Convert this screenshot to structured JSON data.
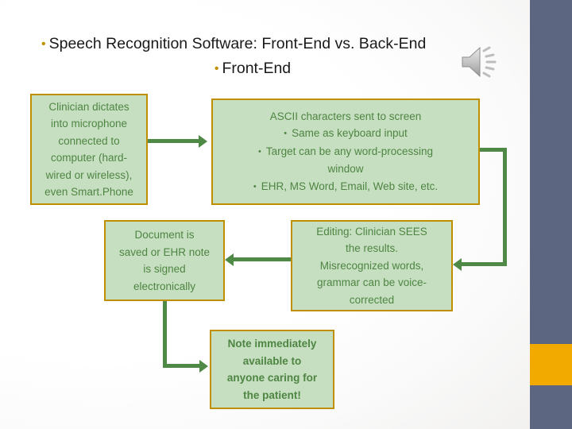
{
  "slide": {
    "title_line_1": "Speech Recognition Software:  Front-End vs. Back-End",
    "title_line_2": "Front-End",
    "bullet_glyph": "•"
  },
  "icons": {
    "speaker": "speaker-icon"
  },
  "colors": {
    "box_fill": "#c6dfc1",
    "box_border": "#bf8f00",
    "box_text": "#4e8542",
    "arrow": "#4e8a46",
    "sidebar": "#5c6680",
    "sidebar_accent": "#f2aa00",
    "title_text": "#1a1a1a",
    "title_bullet": "#bf8f00"
  },
  "flow": {
    "boxes": [
      {
        "id": "dictate",
        "name": "clinician-dictates-box",
        "lines": [
          {
            "bullet": false,
            "text": "Clinician dictates"
          },
          {
            "bullet": false,
            "text": "into microphone"
          },
          {
            "bullet": false,
            "text": "connected to"
          },
          {
            "bullet": false,
            "text": "computer  (hard-"
          },
          {
            "bullet": false,
            "text": "wired or wireless),"
          },
          {
            "bullet": false,
            "text": "even Smart.Phone"
          }
        ]
      },
      {
        "id": "ascii",
        "name": "ascii-characters-box",
        "lines": [
          {
            "bullet": false,
            "text": "ASCII characters sent to screen"
          },
          {
            "bullet": true,
            "text": "Same as keyboard input"
          },
          {
            "bullet": true,
            "text": "Target can be any word-processing"
          },
          {
            "bullet": false,
            "text": "window"
          },
          {
            "bullet": true,
            "text": "EHR, MS Word, Email, Web site, etc."
          }
        ]
      },
      {
        "id": "editing",
        "name": "editing-results-box",
        "lines": [
          {
            "bullet": false,
            "text": "Editing:  Clinician SEES"
          },
          {
            "bullet": false,
            "text": "the results."
          },
          {
            "bullet": false,
            "text": "Misrecognized words,"
          },
          {
            "bullet": false,
            "text": "grammar can be voice-"
          },
          {
            "bullet": false,
            "text": "corrected"
          }
        ]
      },
      {
        "id": "document",
        "name": "document-saved-box",
        "lines": [
          {
            "bullet": false,
            "text": "Document is"
          },
          {
            "bullet": false,
            "text": "saved or EHR note"
          },
          {
            "bullet": false,
            "text": "is signed"
          },
          {
            "bullet": false,
            "text": "electronically"
          }
        ]
      },
      {
        "id": "note",
        "name": "note-available-box",
        "lines": [
          {
            "bullet": false,
            "text": "Note immediately"
          },
          {
            "bullet": false,
            "text": "available to"
          },
          {
            "bullet": false,
            "text": "anyone caring for"
          },
          {
            "bullet": false,
            "text": "the patient!"
          }
        ]
      }
    ],
    "connectors": [
      {
        "name": "arrow-dictate-to-ascii",
        "direction": "right"
      },
      {
        "name": "arrow-ascii-to-editing",
        "direction": "left"
      },
      {
        "name": "arrow-editing-to-document",
        "direction": "left"
      },
      {
        "name": "arrow-document-to-note",
        "direction": "right"
      }
    ]
  }
}
